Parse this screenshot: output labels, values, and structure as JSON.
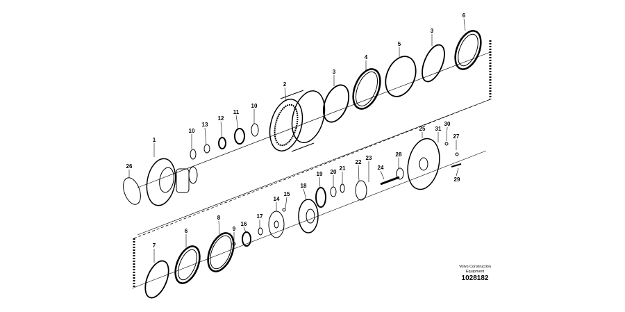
{
  "callouts": [
    {
      "n": "1"
    },
    {
      "n": "2"
    },
    {
      "n": "3"
    },
    {
      "n": "3"
    },
    {
      "n": "4"
    },
    {
      "n": "5"
    },
    {
      "n": "6"
    },
    {
      "n": "6"
    },
    {
      "n": "7"
    },
    {
      "n": "8"
    },
    {
      "n": "9"
    },
    {
      "n": "10"
    },
    {
      "n": "10"
    },
    {
      "n": "11"
    },
    {
      "n": "12"
    },
    {
      "n": "13"
    },
    {
      "n": "14"
    },
    {
      "n": "15"
    },
    {
      "n": "16"
    },
    {
      "n": "17"
    },
    {
      "n": "18"
    },
    {
      "n": "19"
    },
    {
      "n": "20"
    },
    {
      "n": "21"
    },
    {
      "n": "22"
    },
    {
      "n": "23"
    },
    {
      "n": "24"
    },
    {
      "n": "25"
    },
    {
      "n": "26"
    },
    {
      "n": "27"
    },
    {
      "n": "28"
    },
    {
      "n": "29"
    },
    {
      "n": "30"
    },
    {
      "n": "31"
    }
  ],
  "credit": {
    "line1": "Volvo Construction",
    "line2": "Equipment"
  },
  "reference_number": "1028182"
}
